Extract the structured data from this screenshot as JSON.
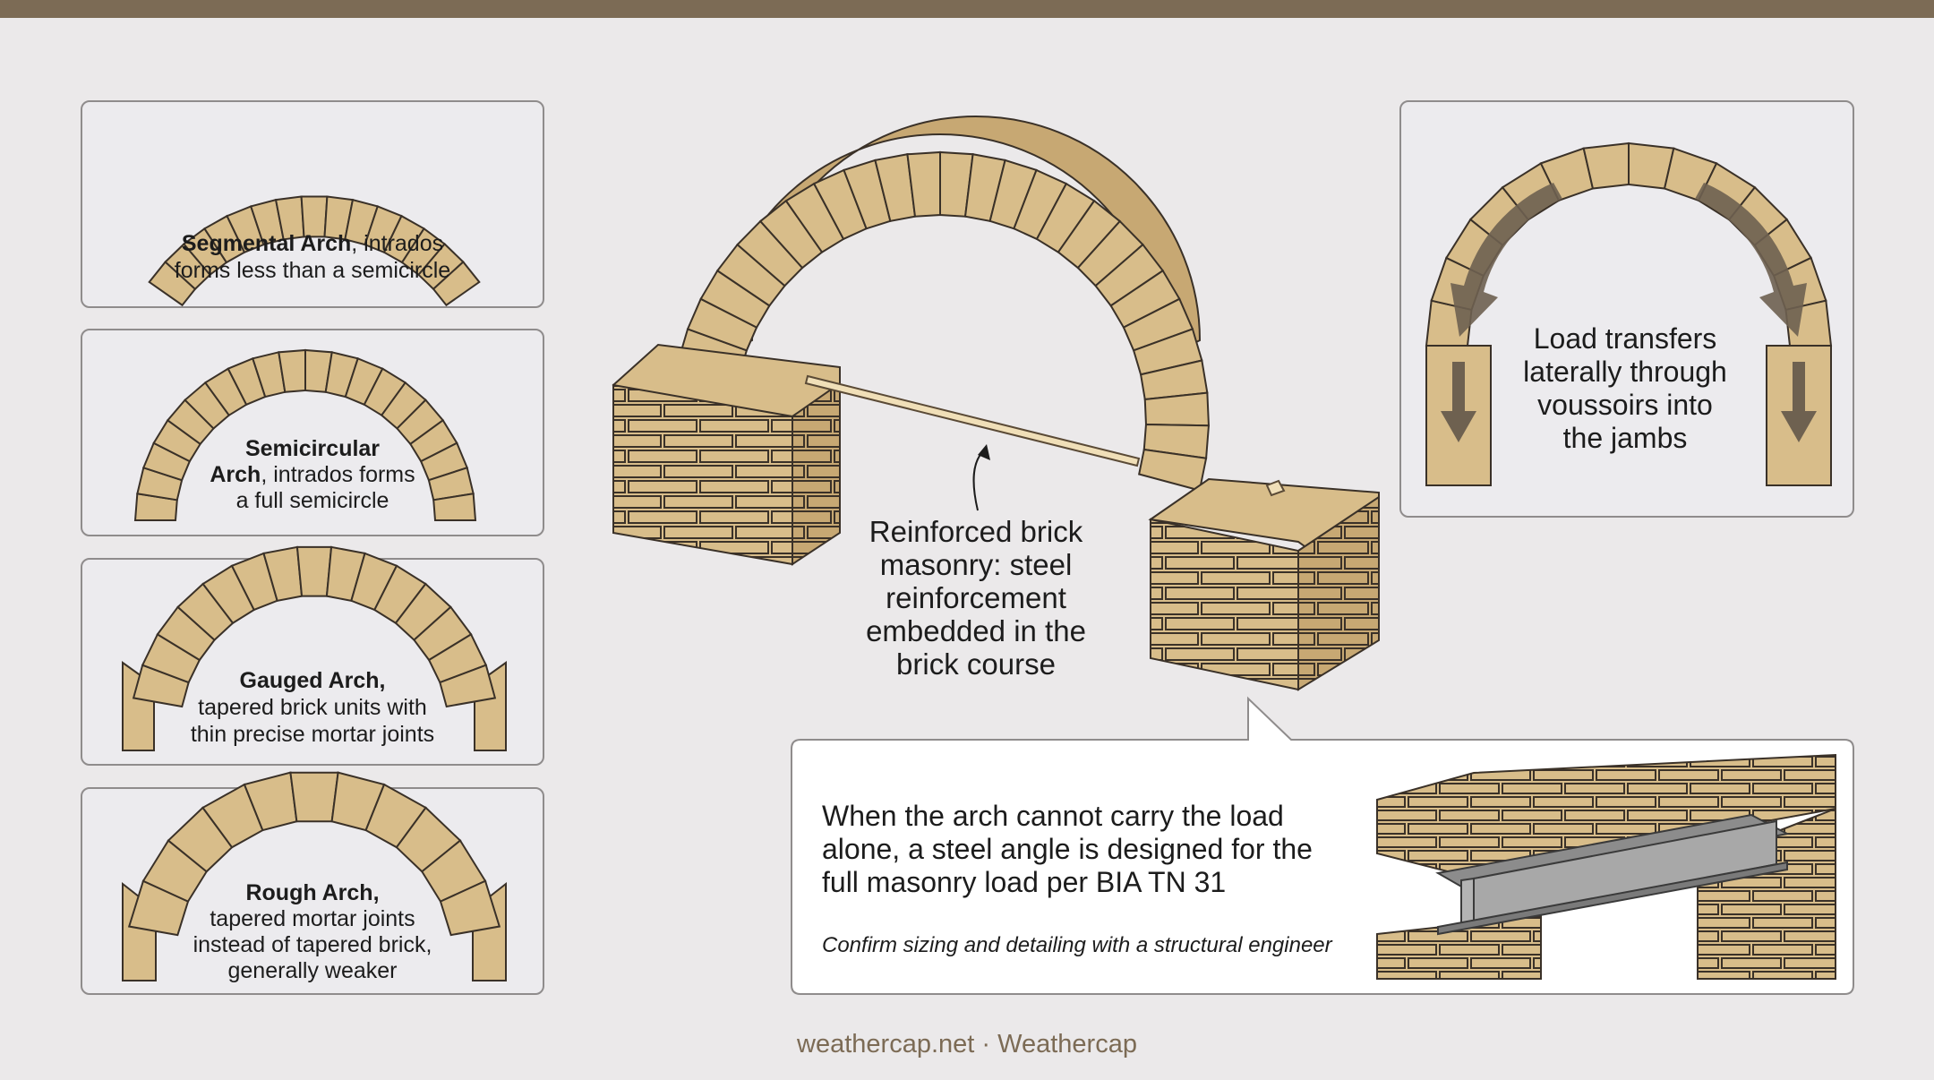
{
  "arch_types": [
    {
      "name": "Segmental Arch",
      "desc_line1": ", intrados",
      "desc_line2": "forms less than a semicircle"
    },
    {
      "name_line1": "Semicircular",
      "name_line2": "Arch",
      "desc_line2": ", intrados forms",
      "desc_line3": "a full semicircle"
    },
    {
      "name": "Gauged Arch,",
      "desc_line1": "tapered brick units with",
      "desc_line2": "thin precise mortar joints"
    },
    {
      "name": "Rough Arch,",
      "desc_line1": "tapered mortar joints",
      "desc_line2": "instead of tapered brick,",
      "desc_line3": "generally weaker"
    }
  ],
  "reinforced_label": [
    "Reinforced brick",
    "masonry: steel",
    "reinforcement",
    "embedded in the",
    "brick course"
  ],
  "load_text": [
    "Load transfers",
    "laterally through",
    "voussoirs into",
    "the jambs"
  ],
  "note": {
    "main": [
      "When the arch cannot carry the load",
      "alone, a steel angle is designed for the",
      "full masonry load per BIA TN 31"
    ],
    "sub": "Confirm sizing and detailing with a structural engineer"
  },
  "footer": "weathercap.net · Weathercap",
  "colors": {
    "brick": "#d8bd8a",
    "brick_dark": "#b39565",
    "mortar": "#3a3128",
    "accent": "#7c6b55",
    "arrow": "#6e6150",
    "steel": "#9a9a9a"
  },
  "icons": [
    "arch-load-arrow-icon",
    "steel-angle-icon",
    "pointer-arrow-icon"
  ]
}
